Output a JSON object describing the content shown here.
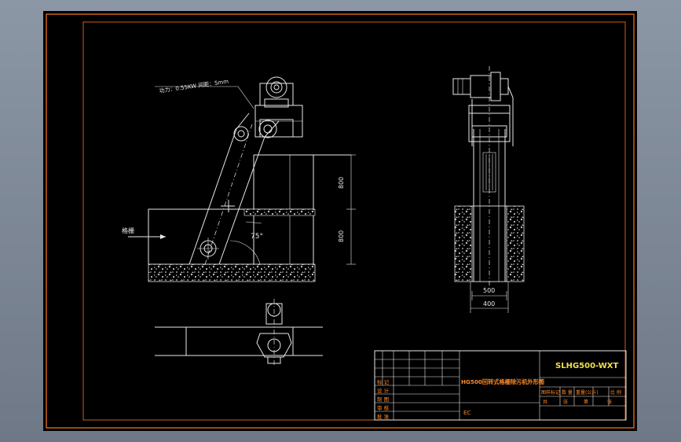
{
  "drawing": {
    "annotation_text": "功力：0.55KW 间距：5mm",
    "inlet_label": "格栅",
    "angle_label": "75°",
    "dim_upper": "800",
    "dim_lower": "800",
    "dim_bottom_inner": "500",
    "dim_bottom_outer": "400",
    "title_block": {
      "drawing_number": "SLHG500-WXT",
      "drawing_title": "HG500回转式格栅除污机外形图",
      "row_labels": [
        "标 记",
        "设 计",
        "制 图",
        "审 核",
        "批 准"
      ],
      "right_labels": [
        "图样标记",
        "数 量",
        "重量(公斤)",
        "比 例"
      ],
      "right_row2": [
        "共",
        "张",
        "第",
        "张"
      ],
      "unit_label": "EC"
    }
  },
  "colors": {
    "frame": "#ff7a1a",
    "lines": "#e8e8e8",
    "title_text": "#ff8a2a",
    "number_text": "#f0e04a",
    "background": "#000000"
  }
}
